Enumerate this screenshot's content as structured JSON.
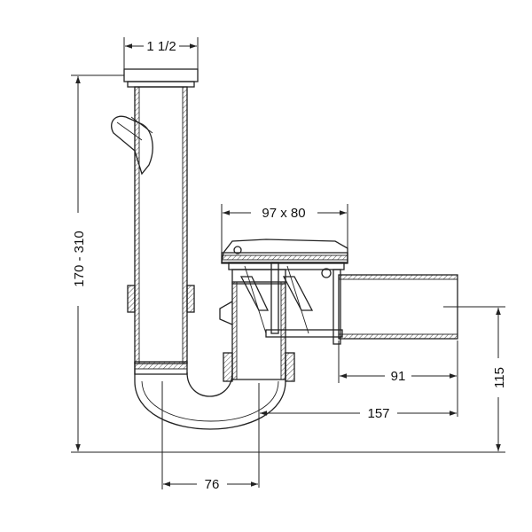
{
  "drawing": {
    "stroke_color": "#222222",
    "background": "#ffffff",
    "dimensions": {
      "pipe_diameter": "1 1/2",
      "height_range": "170 - 310",
      "flange_size": "97 x 80",
      "outlet_length": "91",
      "outlet_height": "115",
      "total_offset": "157",
      "trap_width": "76"
    }
  }
}
